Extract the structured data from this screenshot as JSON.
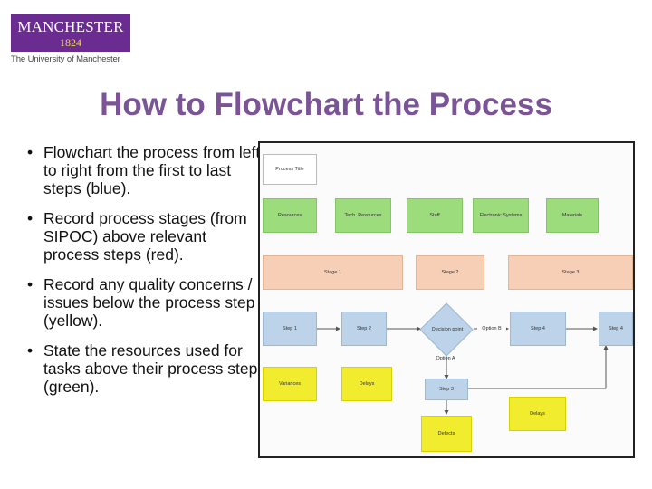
{
  "logo": {
    "name": "MANCHESTER",
    "year": "1824",
    "subtitle": "The University of Manchester",
    "colors": {
      "background": "#6b2c91",
      "year": "#f3d35b"
    }
  },
  "title": "How to Flowchart the Process",
  "bullets": [
    "Flowchart the process from left to right from the first to last steps (blue).",
    "Record process stages (from SIPOC) above relevant process steps (red).",
    "Record any quality concerns / issues below the process step (yellow).",
    "State the resources used for tasks above their process step (green)."
  ],
  "diagram": {
    "process_title": "Process Title",
    "resources": [
      "Resources",
      "Tech. Resources",
      "Staff",
      "Electronic Systems",
      "Materials"
    ],
    "stages": [
      "Stage 1",
      "Stage 2",
      "Stage 3"
    ],
    "steps": {
      "step1": "Step 1",
      "step2": "Step 2",
      "decision": "Decision point",
      "option_b": "Option B",
      "option_a": "Option A",
      "step4": "Step 4",
      "step5": "Step 4",
      "step3": "Step 3"
    },
    "issues": [
      "Variances",
      "Delays",
      "Delays",
      "Defects"
    ],
    "colors": {
      "steps": "#bcd3ea",
      "resources": "#9ddc7c",
      "issues": "#f2ec2e",
      "stages": "#f6cfb6"
    }
  }
}
